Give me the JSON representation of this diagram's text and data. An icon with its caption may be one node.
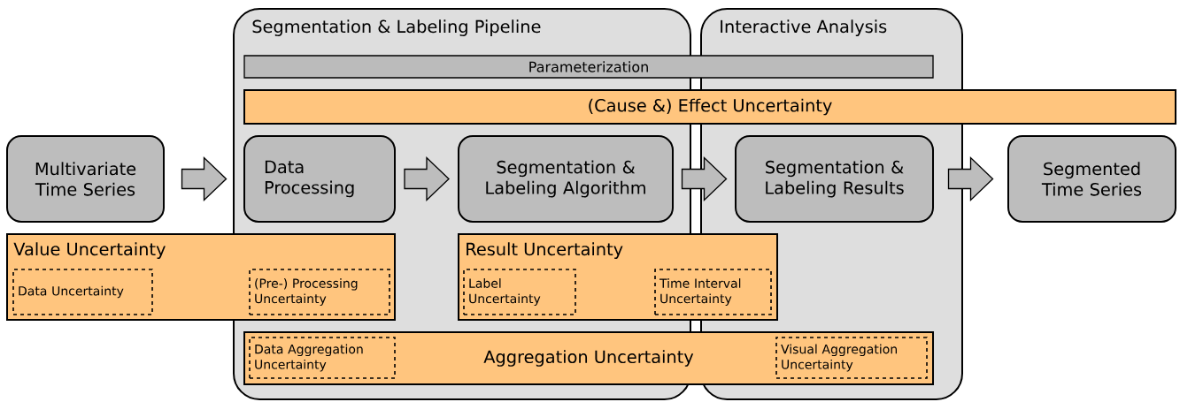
{
  "diagram": {
    "nodes": [
      {
        "text": [
          "Segmentation & Labeling Pipeline"
        ]
      },
      {
        "text": [
          "Interactive Analysis"
        ]
      },
      {
        "text": [
          "Parameterization"
        ]
      },
      {
        "text": [
          "(Cause &) Effect Uncertainty"
        ]
      },
      {
        "text": [
          "Multivariate Time Series"
        ]
      },
      {
        "text": [
          "Data Processing"
        ],
        "in": 0
      },
      {
        "text": [
          "Segmentation & Labeling Algorithm"
        ],
        "in": 0
      },
      {
        "text": [
          "Segmentation & Labeling Results"
        ],
        "in": 1
      },
      {
        "text": [
          "Segmented Time Series"
        ]
      },
      {
        "text": [
          "Value Uncertainty"
        ]
      },
      {
        "text": [
          "Data Uncertainty"
        ],
        "in": 9
      },
      {
        "text": [
          "(Pre-) Processing Uncertainty"
        ]
      },
      {
        "text": [
          "Result Uncertainty"
        ]
      },
      {
        "text": [
          "Label Uncertainty"
        ]
      },
      {
        "text": [
          "Time Interval Uncertainty"
        ],
        "in": 12
      },
      {
        "text": [
          "Aggregation Uncertainty"
        ]
      },
      {
        "text": [
          "Data Aggregation Uncertainty"
        ]
      },
      {
        "text": [
          "Visual Aggregation Uncertainty"
        ]
      }
    ],
    "edges": [
      {
        "from": 4,
        "to": 5,
        "arrow": "to"
      },
      {
        "from": 5,
        "to": 6,
        "arrow": "to"
      },
      {
        "from": 6,
        "to": 7,
        "arrow": "to"
      },
      {
        "from": 7,
        "to": 8,
        "arrow": "to"
      }
    ]
  }
}
